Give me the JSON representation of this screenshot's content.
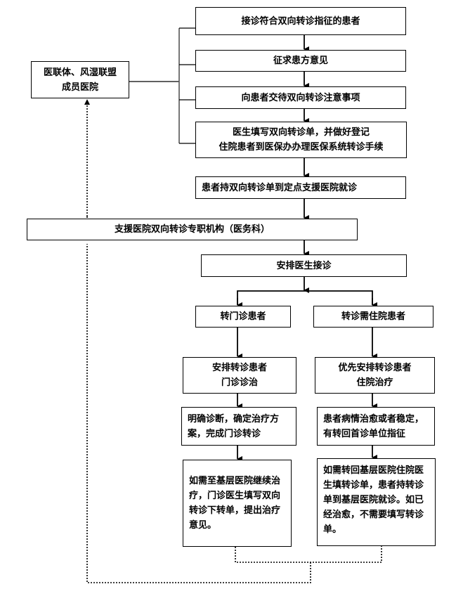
{
  "diagram": {
    "type": "flowchart",
    "title": "",
    "nodes": {
      "receive": "接诊符合双向转诊指征的患者",
      "consult": "征求患方意见",
      "inform": "向患者交待双向转诊注意事项",
      "fill_form": "医生填写双向转诊单，并做好登记\n住院患者到医保办办理医保系统转诊手续",
      "go_hospital": "患者持双向转诊单到定点支援医院就诊",
      "member_hospital": "医联体、风湿联盟\n成员医院",
      "referral_office": "支援医院双向转诊专职机构（医务科）",
      "arrange_doctor": "安排医生接诊",
      "outpatient": "转门诊患者",
      "inpatient": "转诊需住院患者",
      "outpatient_treat": "安排转诊患者\n门诊诊治",
      "inpatient_treat": "优先安排转诊患者\n住院治疗",
      "outpatient_diag": "明确诊断，确定治疗方案，完成门诊转诊",
      "inpatient_status": "患者病情治愈或者稳定，有转回首诊单位指征",
      "outpatient_back": "如需至基层医院继续治疗，门诊医生填写双向转诊下转单，提出治疗意见。",
      "inpatient_back": "如需转回基层医院住院医生填转诊单，患者持转诊单到基层医院就诊。如已经治愈，不需要填写转诊单。"
    },
    "edges": [
      {
        "from": "receive",
        "to": "consult",
        "style": "solid-arrow"
      },
      {
        "from": "consult",
        "to": "inform",
        "style": "solid-arrow"
      },
      {
        "from": "inform",
        "to": "fill_form",
        "style": "solid-arrow"
      },
      {
        "from": "fill_form",
        "to": "go_hospital",
        "style": "solid-arrow"
      },
      {
        "from": "go_hospital",
        "to": "referral_office",
        "style": "solid-arrow"
      },
      {
        "from": "referral_office",
        "to": "arrange_doctor",
        "style": "solid-arrow"
      },
      {
        "from": "arrange_doctor",
        "to": "outpatient",
        "style": "solid-arrow"
      },
      {
        "from": "arrange_doctor",
        "to": "inpatient",
        "style": "solid-arrow"
      },
      {
        "from": "outpatient",
        "to": "outpatient_treat",
        "style": "solid-arrow"
      },
      {
        "from": "inpatient",
        "to": "inpatient_treat",
        "style": "solid-arrow"
      },
      {
        "from": "outpatient_treat",
        "to": "outpatient_diag",
        "style": "solid-arrow"
      },
      {
        "from": "inpatient_treat",
        "to": "inpatient_status",
        "style": "solid-arrow"
      },
      {
        "from": "outpatient_diag",
        "to": "outpatient_back",
        "style": "solid-arrow"
      },
      {
        "from": "inpatient_status",
        "to": "inpatient_back",
        "style": "solid-arrow"
      },
      {
        "from": "member_hospital",
        "to": [
          "receive",
          "consult",
          "inform",
          "fill_form"
        ],
        "style": "bracket-line"
      },
      {
        "from": [
          "outpatient_back",
          "inpatient_back"
        ],
        "to": "referral_office",
        "style": "dotted-arrow"
      },
      {
        "from": [
          "outpatient_back",
          "inpatient_back"
        ],
        "to": "member_hospital",
        "style": "dotted-arrow"
      }
    ]
  }
}
